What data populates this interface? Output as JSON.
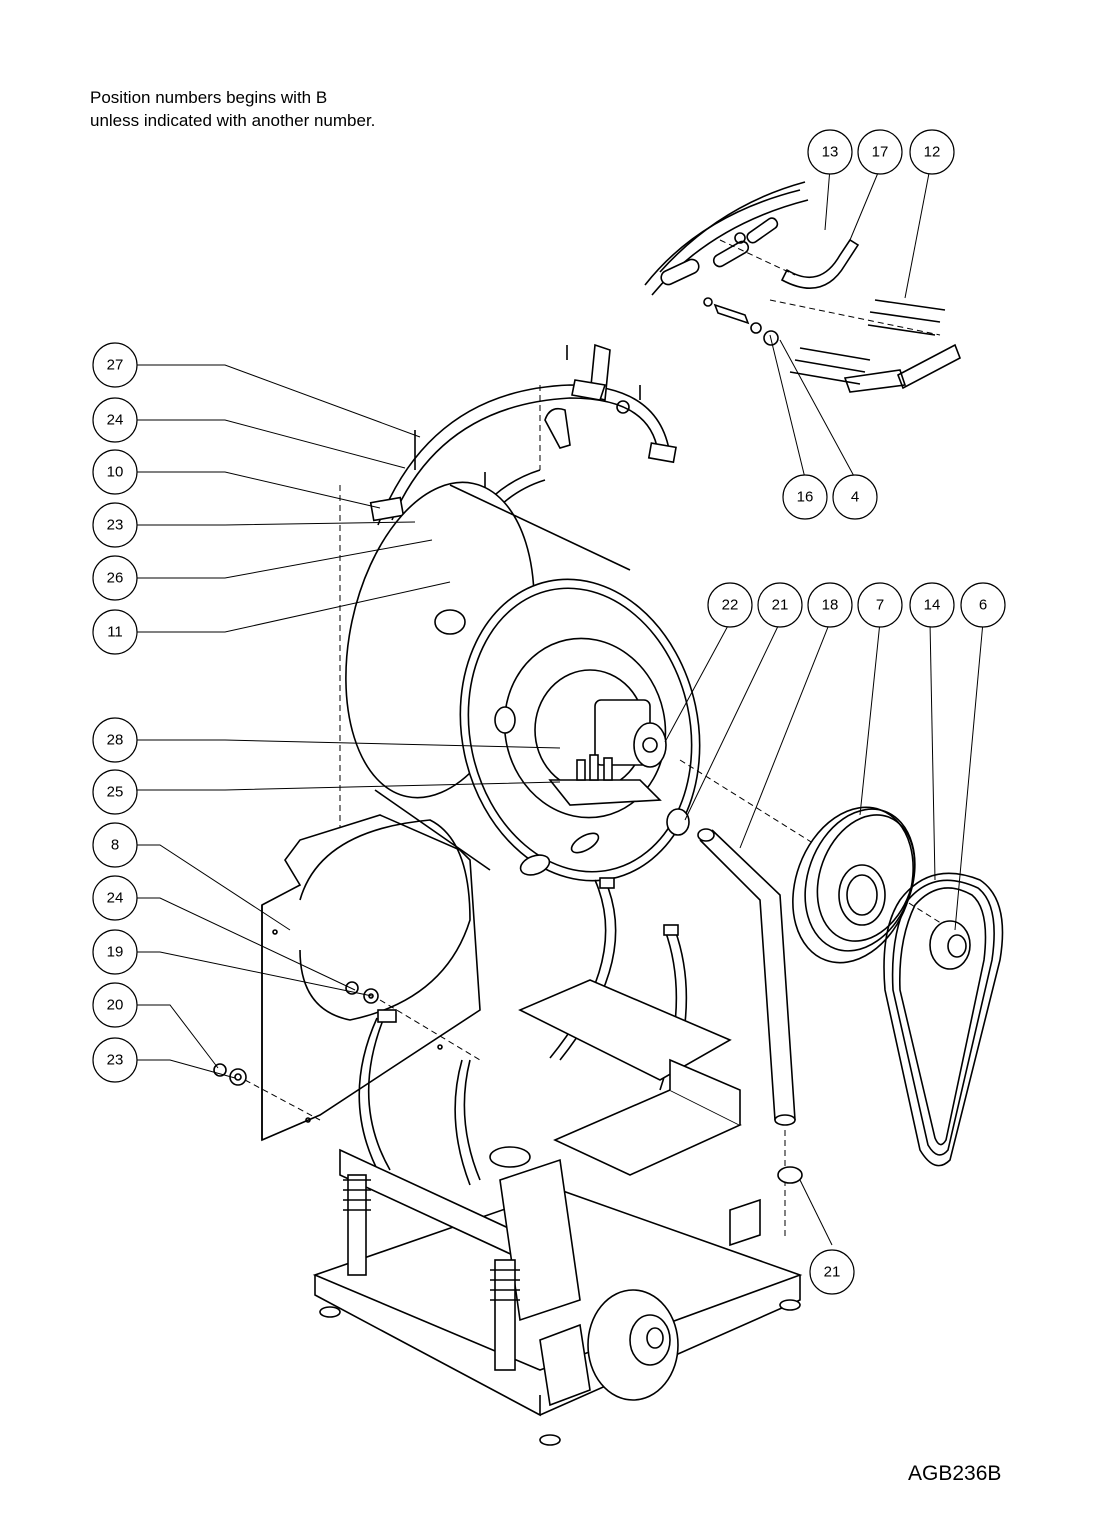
{
  "note": {
    "line1": "Position numbers begins with B",
    "line2": "unless indicated with another number."
  },
  "drawing_code": "AGB236B",
  "callouts": [
    {
      "label": "13"
    },
    {
      "label": "17"
    },
    {
      "label": "12"
    },
    {
      "label": "16"
    },
    {
      "label": "4"
    },
    {
      "label": "27"
    },
    {
      "label": "24"
    },
    {
      "label": "10"
    },
    {
      "label": "23"
    },
    {
      "label": "26"
    },
    {
      "label": "11"
    },
    {
      "label": "22"
    },
    {
      "label": "21"
    },
    {
      "label": "18"
    },
    {
      "label": "7"
    },
    {
      "label": "14"
    },
    {
      "label": "6"
    },
    {
      "label": "28"
    },
    {
      "label": "25"
    },
    {
      "label": "8"
    },
    {
      "label": "24"
    },
    {
      "label": "19"
    },
    {
      "label": "20"
    },
    {
      "label": "23"
    },
    {
      "label": "21"
    }
  ]
}
